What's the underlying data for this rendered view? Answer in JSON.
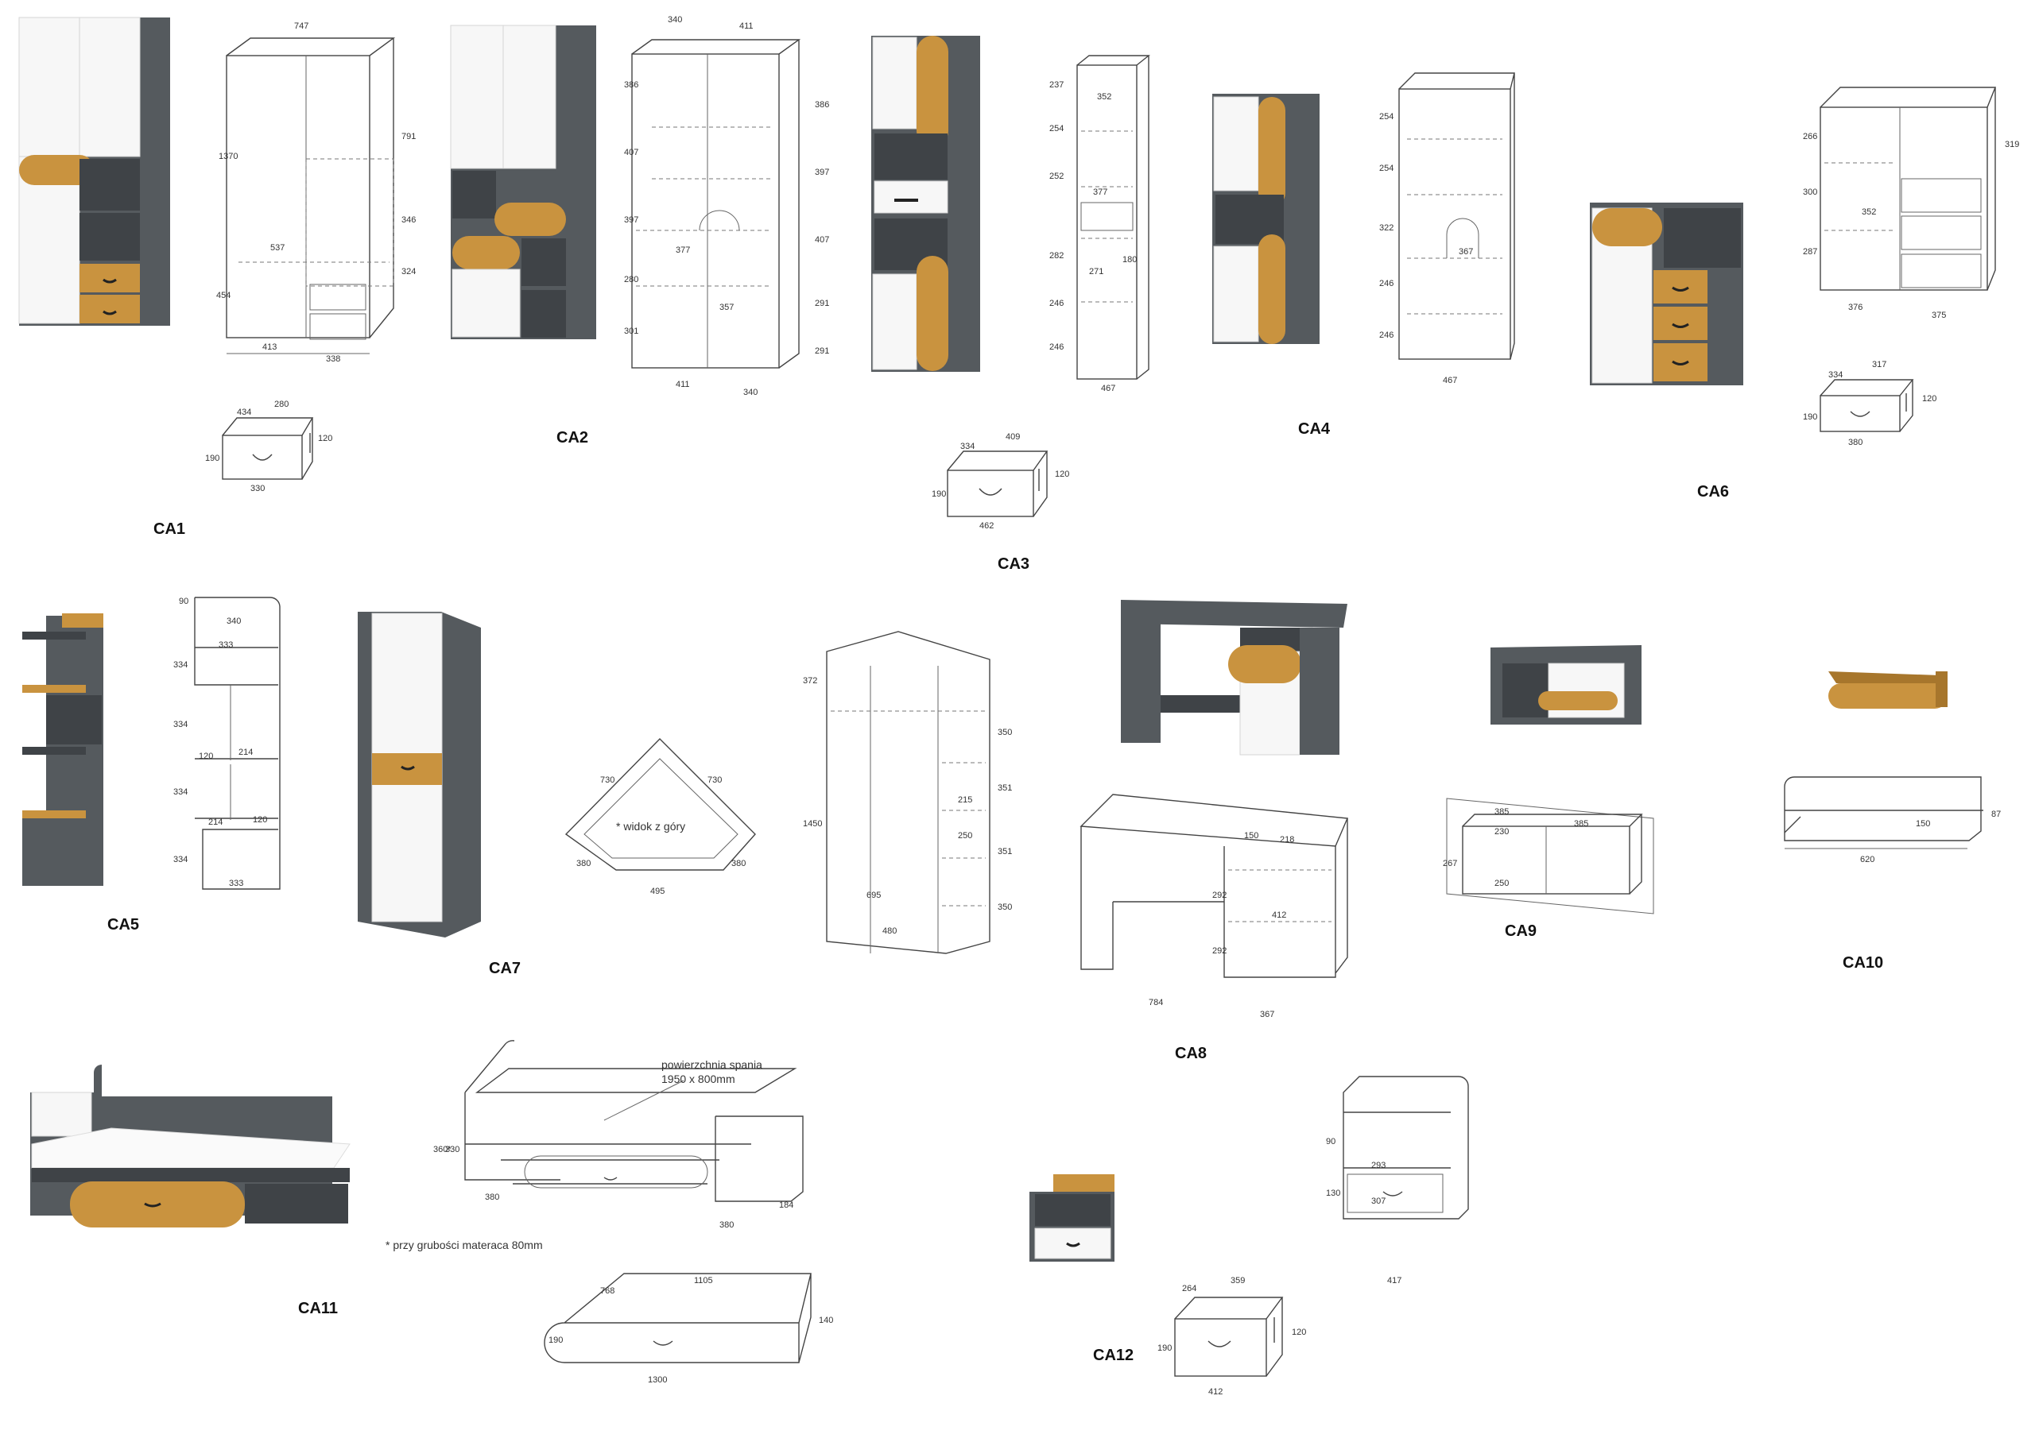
{
  "labels": {
    "ca1": "CA1",
    "ca2": "CA2",
    "ca3": "CA3",
    "ca4": "CA4",
    "ca5": "CA5",
    "ca6": "CA6",
    "ca7": "CA7",
    "ca8": "CA8",
    "ca9": "CA9",
    "ca10": "CA10",
    "ca11": "CA11",
    "ca12": "CA12"
  },
  "notes": {
    "top_view": "* widok z góry",
    "sleep_area_1": "powierzchnia spania",
    "sleep_area_2": "1950 x 800mm",
    "mattress": "* przy grubości materaca 80mm"
  },
  "dims": {
    "ca1": [
      "747",
      "1370",
      "791",
      "346",
      "324",
      "454",
      "413",
      "338",
      "537"
    ],
    "ca1_drawer": [
      "280",
      "434",
      "190",
      "120",
      "330"
    ],
    "ca2": [
      "340",
      "411",
      "386",
      "407",
      "397",
      "280",
      "301",
      "386",
      "397",
      "407",
      "291",
      "291",
      "377",
      "357",
      "411",
      "340"
    ],
    "ca3": [
      "237",
      "254",
      "252",
      "282",
      "246",
      "246",
      "352",
      "377",
      "271",
      "180",
      "467"
    ],
    "ca3_drawer": [
      "409",
      "334",
      "190",
      "120",
      "462"
    ],
    "ca4": [
      "254",
      "254",
      "322",
      "246",
      "246",
      "367",
      "467"
    ],
    "ca6": [
      "266",
      "300",
      "287",
      "319",
      "352",
      "376",
      "375"
    ],
    "ca6_drawer": [
      "317",
      "334",
      "190",
      "120",
      "380"
    ],
    "ca5": [
      "90",
      "340",
      "333",
      "334",
      "334",
      "334",
      "334",
      "214",
      "120",
      "214",
      "120",
      "333"
    ],
    "ca7_top": [
      "730",
      "730",
      "380",
      "380",
      "495"
    ],
    "ca7": [
      "372",
      "1450",
      "350",
      "351",
      "215",
      "250",
      "351",
      "350",
      "695",
      "480"
    ],
    "ca8": [
      "150",
      "218",
      "292",
      "292",
      "412",
      "784",
      "367"
    ],
    "ca9": [
      "385",
      "385",
      "230",
      "267",
      "250"
    ],
    "ca10": [
      "150",
      "87",
      "620"
    ],
    "ca11": [
      "360*",
      "330",
      "380",
      "380",
      "184"
    ],
    "ca11_drawer": [
      "1105",
      "768",
      "190",
      "140",
      "1300"
    ],
    "ca12": [
      "90",
      "293",
      "307",
      "130",
      "417"
    ],
    "ca12_drawer": [
      "359",
      "264",
      "190",
      "120",
      "412"
    ]
  },
  "colors": {
    "graphite": "#555a5e",
    "graphite_dark": "#3f4347",
    "white": "#f7f7f7",
    "oak": "#c9933f"
  }
}
